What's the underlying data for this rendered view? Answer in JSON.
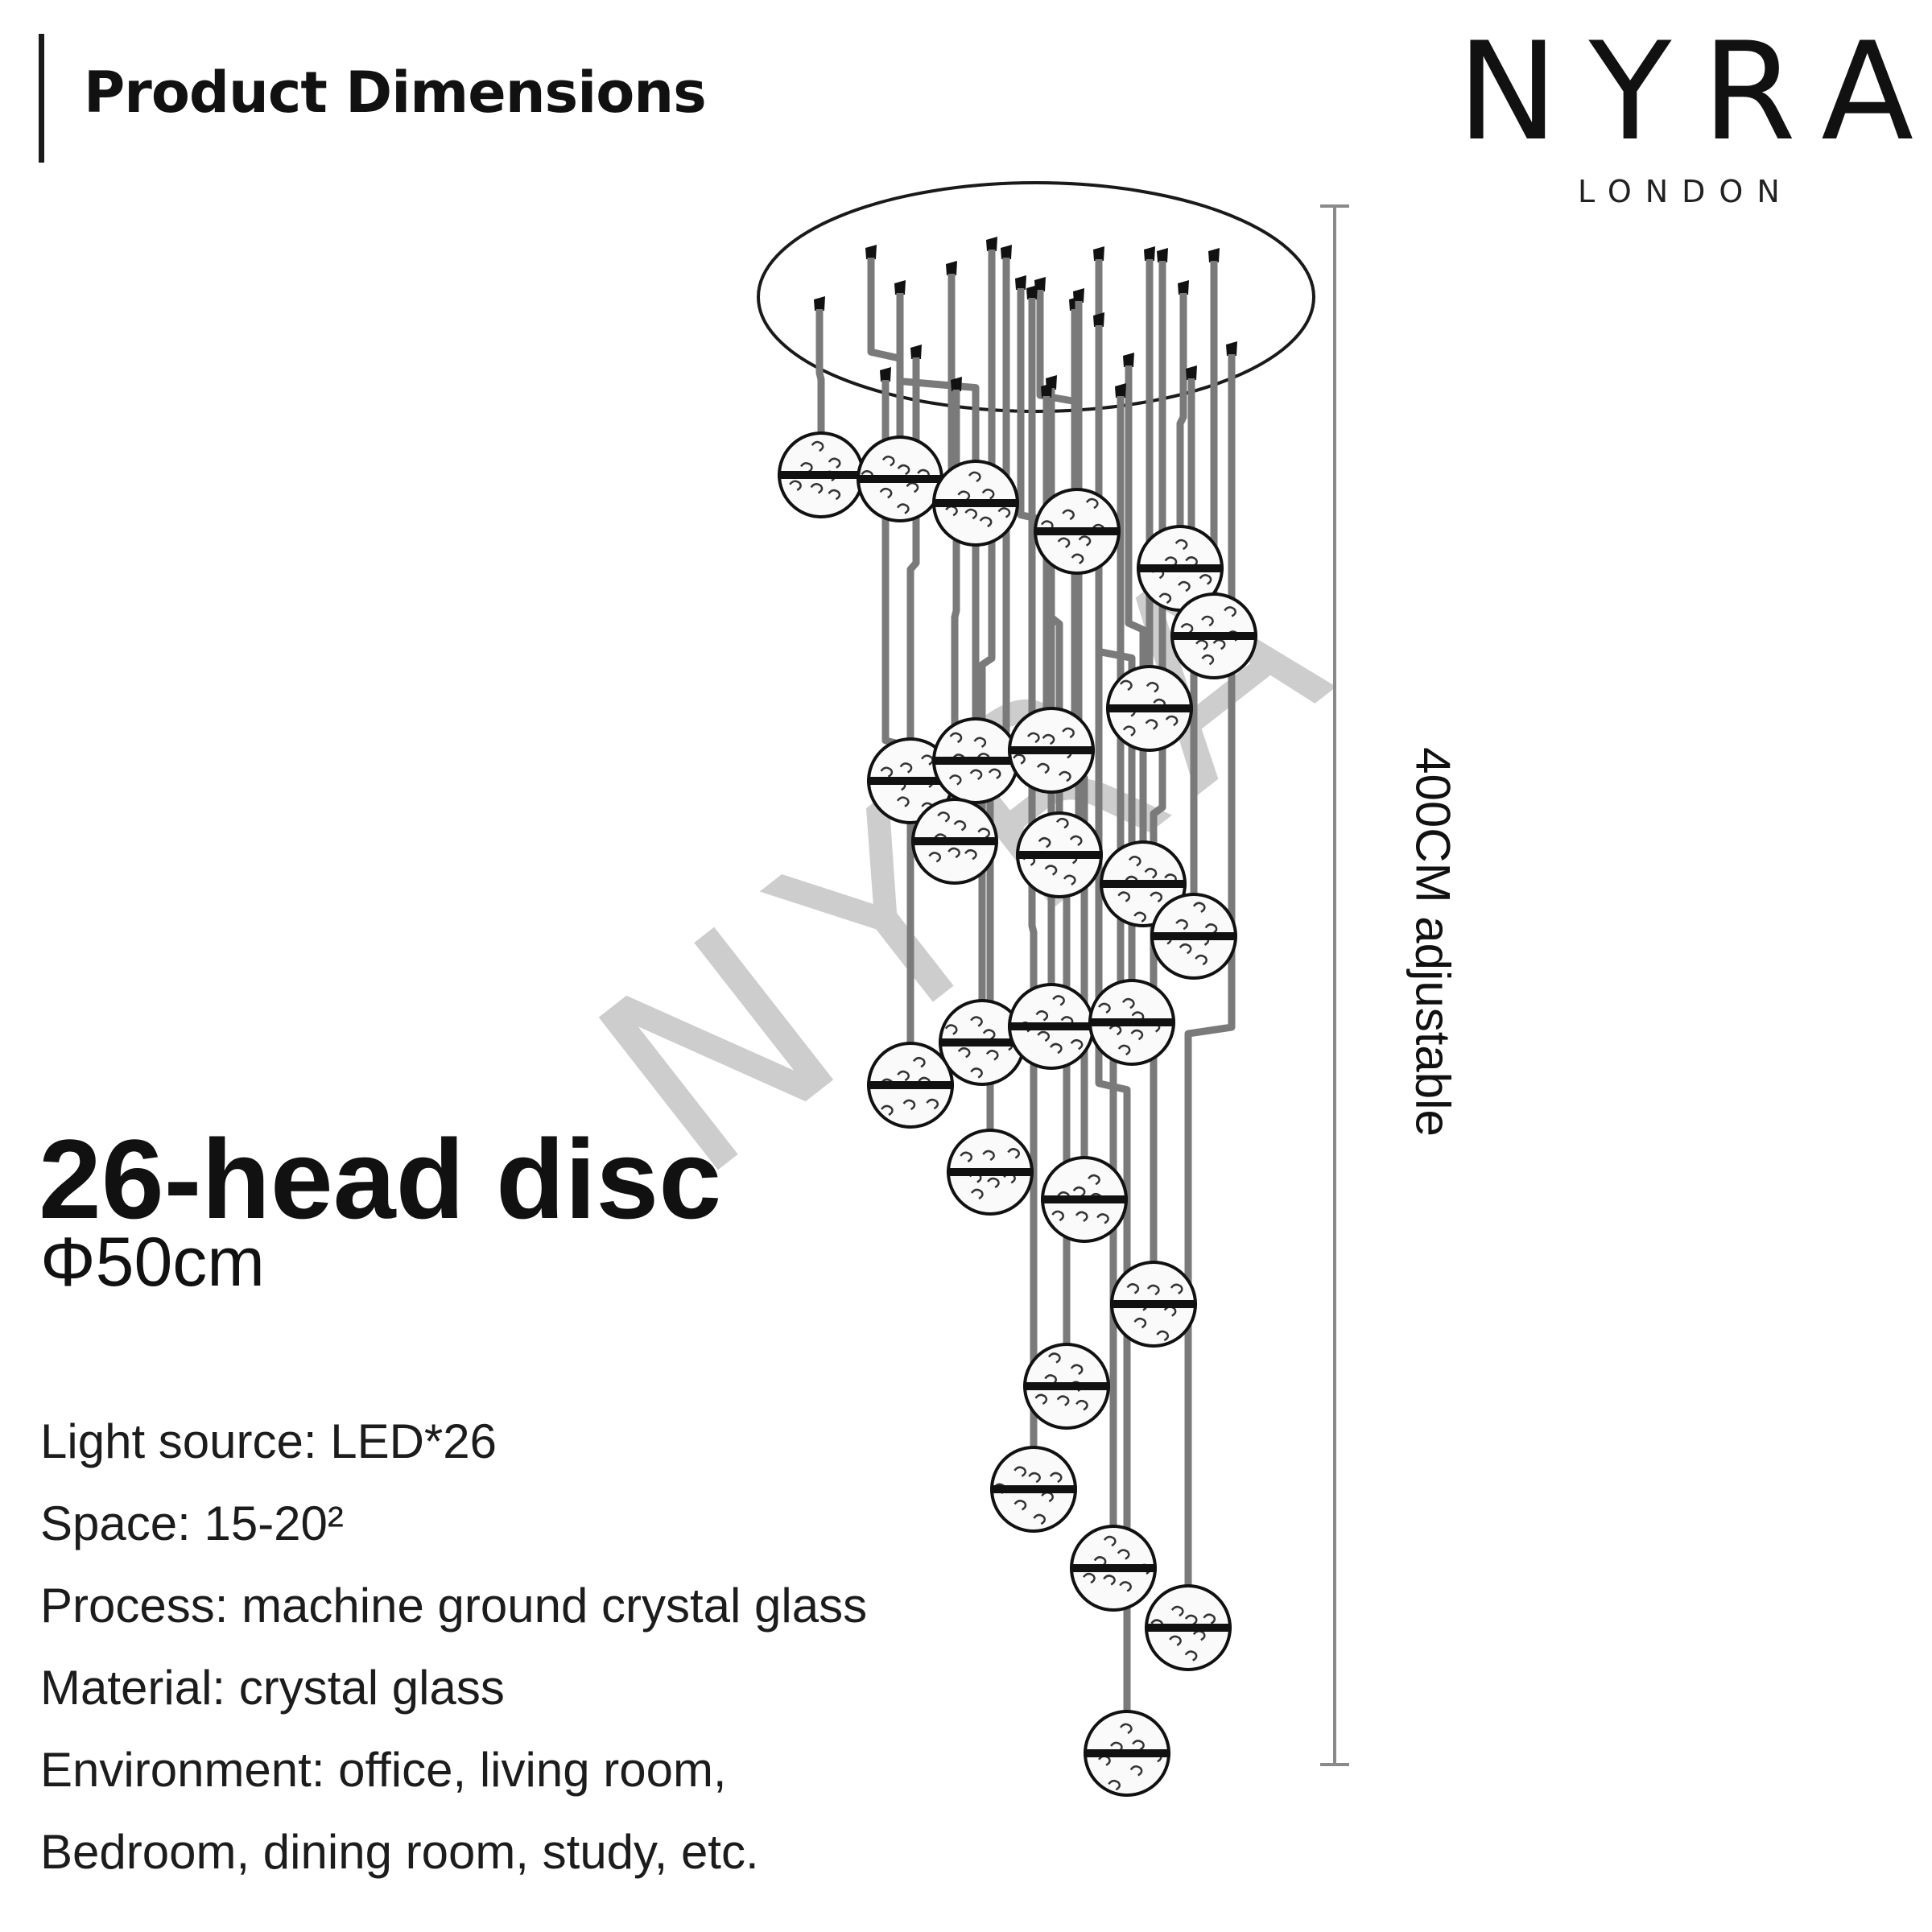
{
  "header": {
    "title": "Product Dimensions"
  },
  "brand": {
    "name": "NYRA",
    "subtitle": "LONDON",
    "watermark": "NYRA"
  },
  "dimension": {
    "height_label": "400CM adjustable"
  },
  "product": {
    "name": "26-head disc",
    "diameter": "Φ50cm",
    "head_count": 26
  },
  "specs": [
    "Light source: LED*26",
    "Space: 15-20²",
    "Process: machine ground crystal glass",
    "Material: crystal glass",
    "Environment: office, living room,",
    "Bedroom, dining room, study, etc."
  ],
  "colors": {
    "ink": "#111111",
    "rod": "#7a7a7a",
    "globe_fill": "#fafafa",
    "watermark": "#b5b5b5",
    "dimension_line": "#8a8a8a"
  }
}
